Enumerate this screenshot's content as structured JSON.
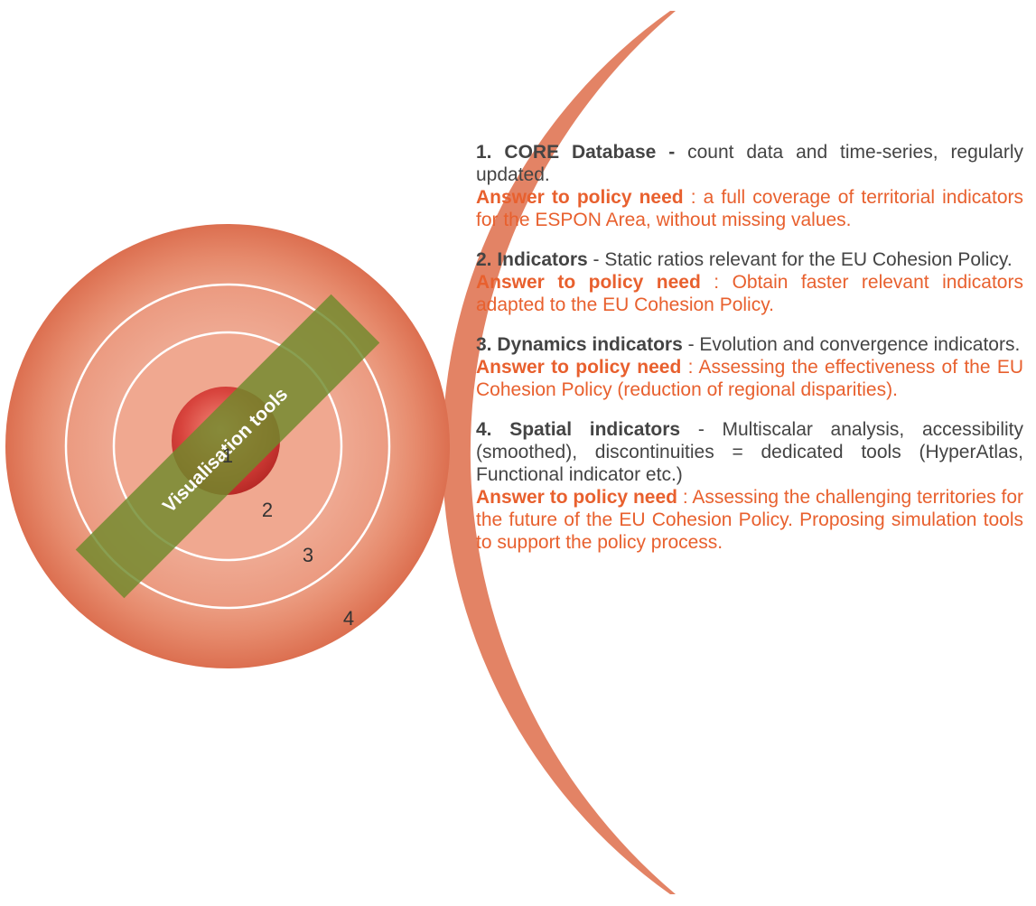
{
  "diagram": {
    "band_label": "Visualisation tools",
    "ring_numbers": [
      "1",
      "2",
      "3",
      "4"
    ],
    "colors": {
      "ring_outer": "#e07d5f",
      "ring_light": "#f6d2c4",
      "core": "#d23a36",
      "band": "#6f8a2c",
      "arc": "#e38365",
      "answer_text": "#e8602e",
      "body_text": "#444444"
    }
  },
  "items": [
    {
      "heading": "1. CORE Database -",
      "description": " count  data and time-series, regularly updated.",
      "answer_label": "Answer to policy need",
      "answer_text": " : a full coverage of territorial indicators for the ESPON Area, without missing values."
    },
    {
      "heading": "2. Indicators",
      "description": " - Static ratios relevant for the EU Cohesion Policy.",
      "answer_label": "Answer to policy need",
      "answer_text": " : Obtain faster relevant indicators adapted to the EU Cohesion Policy."
    },
    {
      "heading": "3. Dynamics indicators",
      "description": " - Evolution and convergence indicators.",
      "answer_label": "Answer to policy need",
      "answer_text": " : Assessing the effectiveness of the EU Cohesion Policy (reduction of regional disparities)."
    },
    {
      "heading": "4. Spatial indicators",
      "description": " - Multiscalar analysis, accessibility (smoothed), discontinuities = dedicated tools (HyperAtlas, Functional indicator etc.)",
      "answer_label": "Answer to policy need",
      "answer_text": " : Assessing the challenging territories for the future of the EU Cohesion Policy. Proposing simulation tools  to support the policy process."
    }
  ]
}
